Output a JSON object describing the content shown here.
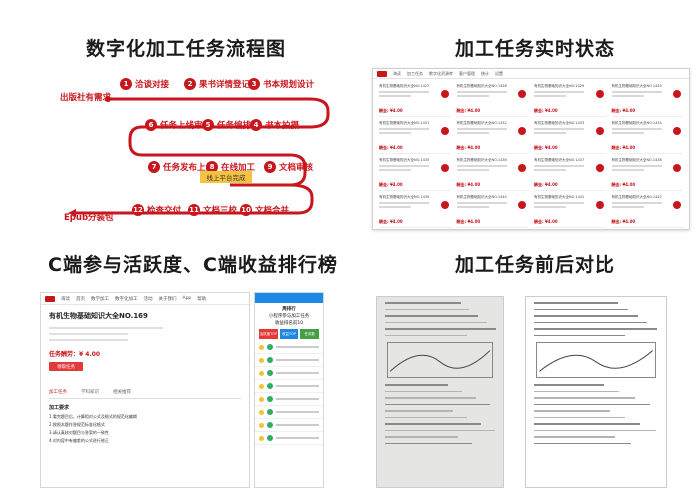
{
  "titles": {
    "flow": "数字化加工任务流程图",
    "status": "加工任务实时状态",
    "ranking": "C端参与活跃度、C端收益排行榜",
    "compare": "加工任务前后对比"
  },
  "flow": {
    "start": "出版社有需求",
    "steps": [
      {
        "n": "1",
        "label": "洽谈对接"
      },
      {
        "n": "2",
        "label": "果书详情登记"
      },
      {
        "n": "3",
        "label": "书本规划设计"
      },
      {
        "n": "4",
        "label": "书本拍摄"
      },
      {
        "n": "5",
        "label": "任务编排"
      },
      {
        "n": "6",
        "label": "任务上线审核"
      },
      {
        "n": "7",
        "label": "任务发布上线"
      },
      {
        "n": "8",
        "label": "在线加工"
      },
      {
        "n": "9",
        "label": "文档审核"
      },
      {
        "n": "10",
        "label": "文档合并"
      },
      {
        "n": "11",
        "label": "文档三校"
      },
      {
        "n": "12",
        "label": "检查交付"
      }
    ],
    "online_note": "线上平台完成",
    "end": "Epub分装包"
  },
  "status_screen": {
    "logo": "海读",
    "nav": [
      "加工任务",
      "数字化资源库",
      "客户管理",
      "统计",
      "设置"
    ],
    "cards": [
      {
        "name": "有机生物基础知识大全NO.1427",
        "price": "酬金: ¥4.00"
      },
      {
        "name": "有机生物基础知识大全NO.1428",
        "price": "酬金: ¥4.00"
      },
      {
        "name": "有机生物基础知识大全NO.1429",
        "price": "酬金: ¥4.00"
      },
      {
        "name": "有机生物基础知识大全NO.1430",
        "price": "酬金: ¥4.00"
      },
      {
        "name": "有机生物基础知识大全NO.1431",
        "price": "酬金: ¥4.00"
      },
      {
        "name": "有机生物基础知识大全NO.1432",
        "price": "酬金: ¥4.00"
      },
      {
        "name": "有机生物基础知识大全NO.1433",
        "price": "酬金: ¥4.00"
      },
      {
        "name": "有机生物基础知识大全NO.1434",
        "price": "酬金: ¥4.00"
      },
      {
        "name": "有机生物基础知识大全NO.1435",
        "price": "酬金: ¥4.00"
      },
      {
        "name": "有机生物基础知识大全NO.1436",
        "price": "酬金: ¥4.00"
      },
      {
        "name": "有机生物基础知识大全NO.1437",
        "price": "酬金: ¥4.00"
      },
      {
        "name": "有机生物基础知识大全NO.1438",
        "price": "酬金: ¥4.00"
      },
      {
        "name": "有机生物基础知识大全NO.1439",
        "price": "酬金: ¥4.00"
      },
      {
        "name": "有机生物基础知识大全NO.1440",
        "price": "酬金: ¥4.00"
      },
      {
        "name": "有机生物基础知识大全NO.1441",
        "price": "酬金: ¥4.00"
      },
      {
        "name": "有机生物基础知识大全NO.1442",
        "price": "酬金: ¥4.00"
      }
    ]
  },
  "earn_screen": {
    "logo": "海读",
    "nav": [
      "首页",
      "数学加工",
      "数字化加工",
      "活动",
      "关于我们",
      "App",
      "帮助"
    ],
    "book": "有机生物基础知识大全NO.169",
    "price": "任务酬劳：¥ 4.00",
    "button": "领取任务",
    "tabs": [
      "加工任务",
      "学科知识",
      "相关推荐"
    ],
    "section": "加工要求",
    "lines": [
      "1.看完题目后，计算相对公式及格式的规范化编辑",
      "2.按照本题作答规范标准化格式",
      "3.请认真核对题目与答案的一致性",
      "4.对内容中有偏差的公式进行修正"
    ]
  },
  "rank_screen": {
    "title": "周排行",
    "subtitle": "小程序参与加工任务",
    "subtitle2": "收益排名前10",
    "stats": [
      "活跃度TOP",
      "收益TOP",
      "任务数"
    ]
  }
}
